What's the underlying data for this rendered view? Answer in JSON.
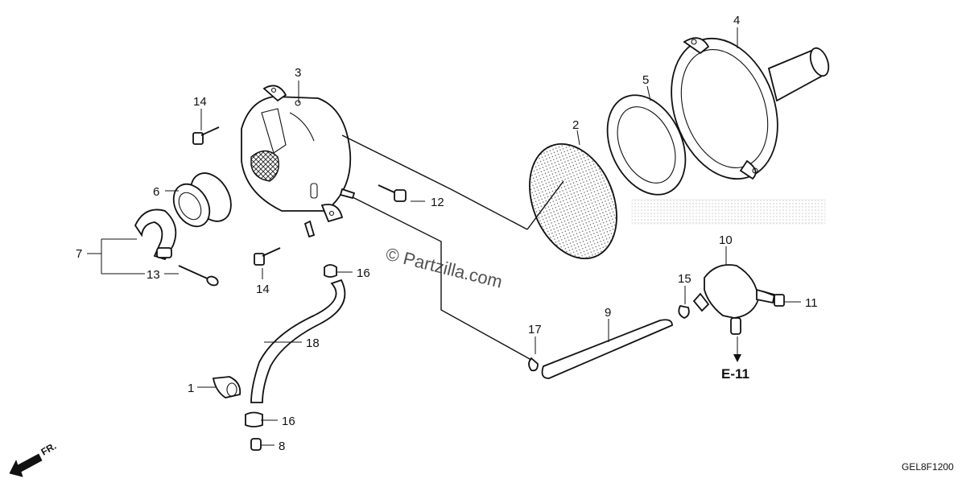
{
  "watermark": "© Partzilla.com",
  "reference_code": "GEL8F1200",
  "front_marker": "FR.",
  "section_ref": "E-11",
  "callouts": {
    "c1": "1",
    "c2": "2",
    "c3": "3",
    "c4": "4",
    "c5": "5",
    "c6": "6",
    "c7": "7",
    "c8": "8",
    "c9": "9",
    "c10": "10",
    "c11": "11",
    "c12": "12",
    "c13": "13",
    "c14a": "14",
    "c14b": "14",
    "c15": "15",
    "c16a": "16",
    "c16b": "16",
    "c17": "17",
    "c18": "18"
  }
}
